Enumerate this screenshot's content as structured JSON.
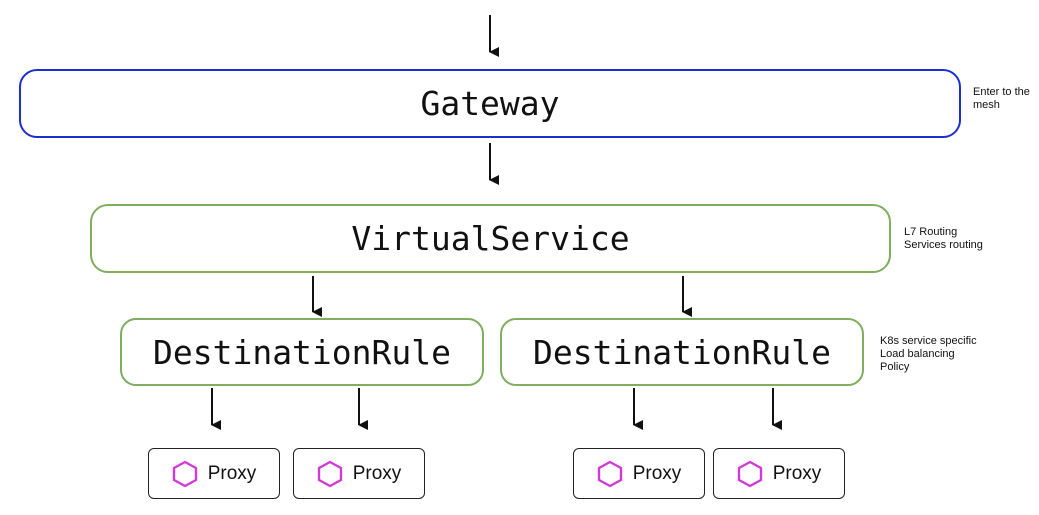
{
  "nodes": {
    "gateway": "Gateway",
    "virtual_service": "VirtualService",
    "destination_rules": [
      "DestinationRule",
      "DestinationRule"
    ],
    "proxies": [
      "Proxy",
      "Proxy",
      "Proxy",
      "Proxy"
    ]
  },
  "notes": {
    "gateway": "Enter to the mesh",
    "virtual_service": [
      "L7 Routing",
      "Services routing"
    ],
    "destination_rule": [
      "K8s service specific",
      "Load balancing",
      "Policy"
    ]
  },
  "colors": {
    "gateway_border": "#1c2fd1",
    "box_border": "#7fae5f",
    "proxy_icon": "#d23ad6",
    "arrow": "#111111"
  },
  "icons": {
    "proxy": "hexagon-icon"
  }
}
